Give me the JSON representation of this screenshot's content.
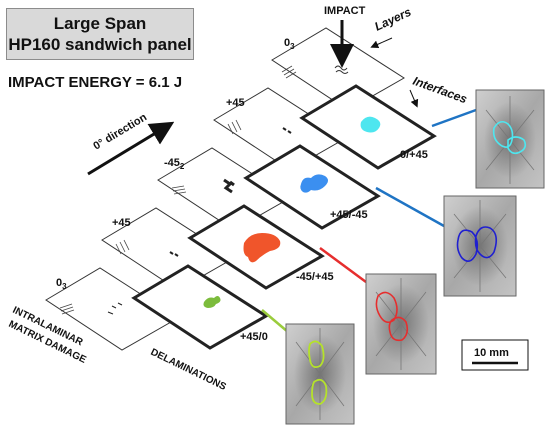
{
  "title": {
    "line1": "Large Span",
    "line2": "HP160 sandwich panel"
  },
  "impact_energy": "IMPACT ENERGY = 6.1 J",
  "impact": "IMPACT",
  "direction": "0° direction",
  "layers_label": "Layers",
  "interfaces_label": "Interfaces",
  "matrix_damage": {
    "line1": "INTRALAMINAR",
    "line2": "MATRIX DAMAGE"
  },
  "delaminations": "DELAMINATIONS",
  "scale_bar": "10 mm",
  "layers": [
    {
      "main": "0",
      "sub": "3"
    },
    {
      "main": "+45",
      "sub": ""
    },
    {
      "main": "-45",
      "sub": "2"
    },
    {
      "main": "+45",
      "sub": ""
    },
    {
      "main": "0",
      "sub": "3"
    }
  ],
  "interfaces": [
    "0/+45",
    "+45/-45",
    "-45/+45",
    "+45/0"
  ],
  "colors": {
    "interface_0_45": "#4ee6ef",
    "interface_45_m45": "#3b8ff0",
    "interface_m45_45": "#f0552b",
    "interface_45_0": "#7cbc3c",
    "line_blue": "#1f74c4",
    "line_red": "#e62e2e",
    "line_green": "#9acc3c"
  }
}
